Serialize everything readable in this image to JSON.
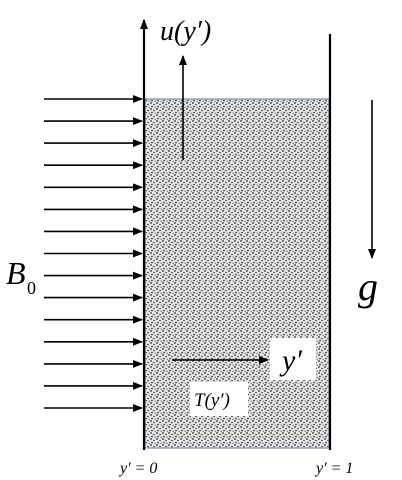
{
  "labels": {
    "velocity": "u(y′)",
    "magnetic_field": "B",
    "magnetic_field_subscript": "0",
    "gravity": "g",
    "coordinate": "y′",
    "temperature": "T(y′)",
    "left_wall": "y′ = 0",
    "right_wall": "y′ = 1"
  },
  "colors": {
    "fluid_fill": "#d9d9d9",
    "fluid_dots": "#2b2b2b",
    "fluid_border": "#6b8fb8",
    "lines": "#000000"
  },
  "field_arrow_count": 15
}
